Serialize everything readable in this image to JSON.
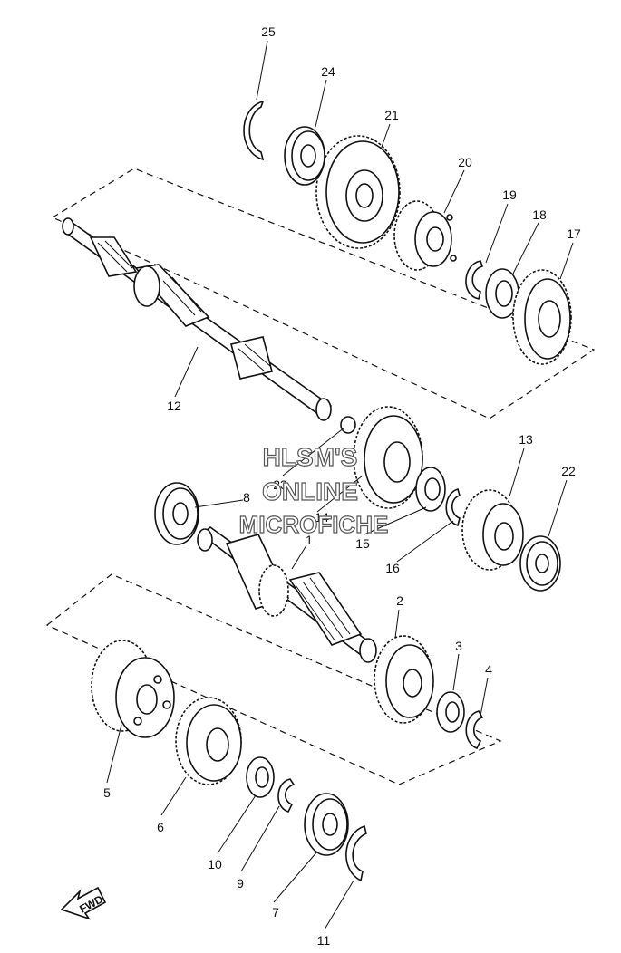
{
  "diagram": {
    "parts": [
      {
        "id": "1",
        "label": "1"
      },
      {
        "id": "2",
        "label": "2"
      },
      {
        "id": "3",
        "label": "3"
      },
      {
        "id": "4",
        "label": "4"
      },
      {
        "id": "5",
        "label": "5"
      },
      {
        "id": "6",
        "label": "6"
      },
      {
        "id": "7",
        "label": "7"
      },
      {
        "id": "8",
        "label": "8"
      },
      {
        "id": "9",
        "label": "9"
      },
      {
        "id": "10",
        "label": "10"
      },
      {
        "id": "11",
        "label": "11"
      },
      {
        "id": "12",
        "label": "12"
      },
      {
        "id": "13",
        "label": "13"
      },
      {
        "id": "14",
        "label": "14"
      },
      {
        "id": "15",
        "label": "15"
      },
      {
        "id": "16",
        "label": "16"
      },
      {
        "id": "17",
        "label": "17"
      },
      {
        "id": "18",
        "label": "18"
      },
      {
        "id": "19",
        "label": "19"
      },
      {
        "id": "20",
        "label": "20"
      },
      {
        "id": "21",
        "label": "21"
      },
      {
        "id": "22",
        "label": "22"
      },
      {
        "id": "23",
        "label": "23"
      },
      {
        "id": "24",
        "label": "24"
      },
      {
        "id": "25",
        "label": "25"
      }
    ],
    "watermark": {
      "line1": "HLSM'S",
      "line2": "ONLINE",
      "line3": "MICROFICHE"
    },
    "direction_arrow": {
      "label": "FWD",
      "icon": "fwd-arrow-icon"
    }
  }
}
